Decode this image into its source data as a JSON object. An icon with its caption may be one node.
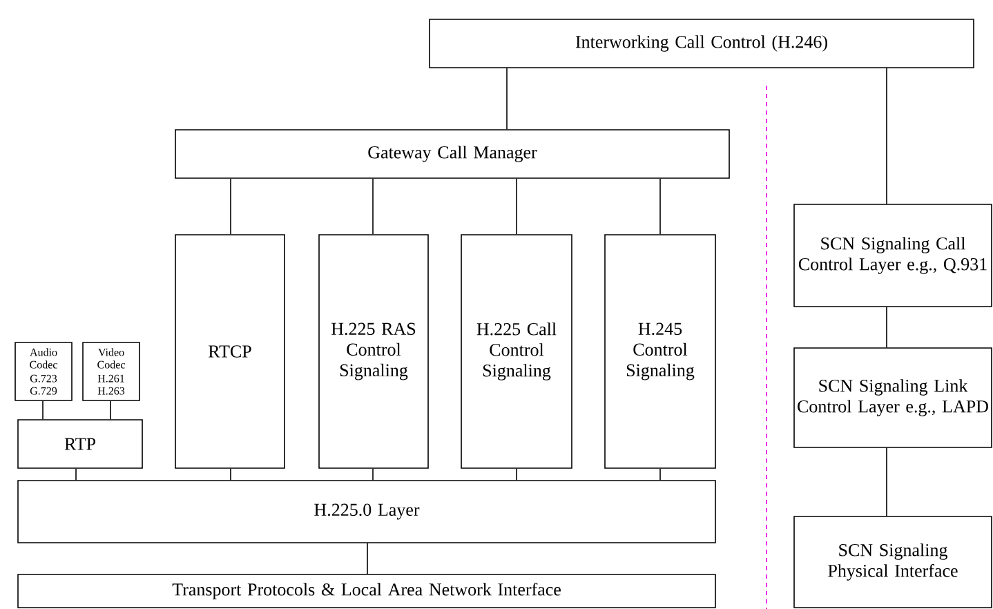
{
  "diagram": {
    "nodes": [
      {
        "text": [
          "Interworking Call Control (H.246)"
        ]
      },
      {
        "text": [
          "Gateway Call Manager"
        ]
      },
      {
        "text": [
          "Audio Codec",
          "G.723 G.729"
        ]
      },
      {
        "text": [
          "Video Codec",
          "H.261 H.263"
        ]
      },
      {
        "text": [
          "RTP"
        ]
      },
      {
        "text": [
          "RTCP"
        ]
      },
      {
        "text": [
          "H.225 RAS Control Signaling"
        ]
      },
      {
        "text": [
          "H.225 Call Control Signaling"
        ]
      },
      {
        "text": [
          "H.245 Control Signaling"
        ]
      },
      {
        "text": [
          "SCN Signaling Call Control Layer e.g., Q.931"
        ]
      },
      {
        "text": [
          "H.225.0 Layer"
        ]
      },
      {
        "text": [
          "SCN Signaling Link Control Layer e.g., LAPD"
        ]
      },
      {
        "text": [
          "Transport Protocols & Local Area Network Interface"
        ]
      },
      {
        "text": [
          "SCN Signaling Physical Interface"
        ]
      }
    ],
    "edges": [
      {
        "from": 0,
        "to": 1,
        "arrow": "none"
      },
      {
        "from": 0,
        "to": 9,
        "arrow": "none"
      },
      {
        "from": 1,
        "to": 5,
        "arrow": "none"
      },
      {
        "from": 1,
        "to": 6,
        "arrow": "none"
      },
      {
        "from": 1,
        "to": 7,
        "arrow": "none"
      },
      {
        "from": 1,
        "to": 8,
        "arrow": "none"
      },
      {
        "from": 2,
        "to": 4,
        "arrow": "none"
      },
      {
        "from": 3,
        "to": 4,
        "arrow": "none"
      },
      {
        "from": 4,
        "to": 10,
        "arrow": "none"
      },
      {
        "from": 5,
        "to": 10,
        "arrow": "none"
      },
      {
        "from": 6,
        "to": 10,
        "arrow": "none"
      },
      {
        "from": 7,
        "to": 10,
        "arrow": "none"
      },
      {
        "from": 8,
        "to": 10,
        "arrow": "none"
      },
      {
        "from": 10,
        "to": 12,
        "arrow": "none"
      },
      {
        "from": 9,
        "to": 11,
        "arrow": "none"
      },
      {
        "from": 11,
        "to": 13,
        "arrow": "none"
      }
    ]
  }
}
